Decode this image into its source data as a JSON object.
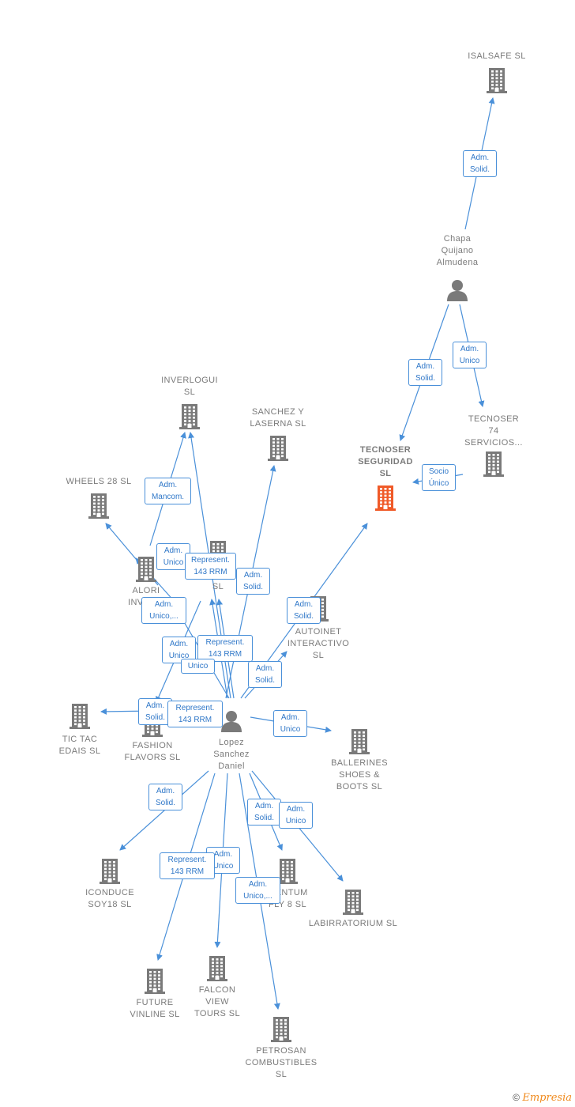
{
  "colors": {
    "building": "#7a7a7a",
    "highlight": "#f05a28",
    "link": "#4a90d9",
    "label_text": "#2f77c8",
    "node_text": "#7b7b7b"
  },
  "persons": [
    {
      "id": "chapa",
      "label": "Chapa\nQuijano\nAlmudena",
      "icon": "person-icon"
    },
    {
      "id": "lopez",
      "label": "Lopez\nSanchez\nDaniel",
      "icon": "person-icon"
    }
  ],
  "companies": [
    {
      "id": "isalsafe",
      "label": "ISALSAFE  SL"
    },
    {
      "id": "tecnoser74",
      "label": "TECNOSER\n74\nSERVICIOS..."
    },
    {
      "id": "tecnoser",
      "label": "TECNOSER\nSEGURIDAD\nSL",
      "highlight": true
    },
    {
      "id": "inverlogui",
      "label": "INVERLOGUI\nSL"
    },
    {
      "id": "sanchez",
      "label": "SANCHEZ Y\nLASERNA  SL"
    },
    {
      "id": "wheels",
      "label": "WHEELS 28  SL"
    },
    {
      "id": "alori",
      "label": "ALORI\nINVER..."
    },
    {
      "id": "empanada",
      "label": "EMPANADAEX\nSL"
    },
    {
      "id": "autoinet",
      "label": "AUTOINET\nINTERACTIVO\nSL"
    },
    {
      "id": "tictac",
      "label": "TIC TAC\nEDAIS  SL"
    },
    {
      "id": "fashion",
      "label": "FASHION\nFLAVORS  SL"
    },
    {
      "id": "ballerines",
      "label": "BALLERINES\nSHOES &\nBOOTS SL"
    },
    {
      "id": "iconduce",
      "label": "ICONDUCE\nSOY18  SL"
    },
    {
      "id": "fly8",
      "label": "...ENTUM\nFLY 8  SL"
    },
    {
      "id": "labirratorium",
      "label": "LABIRRATORIUM SL"
    },
    {
      "id": "future",
      "label": "FUTURE\nVINLINE  SL"
    },
    {
      "id": "falcon",
      "label": "FALCON\nVIEW\nTOURS  SL"
    },
    {
      "id": "petrosan",
      "label": "PETROSAN\nCOMBUSTIBLES\nSL"
    }
  ],
  "relations": [
    "Adm.\nSolid.",
    "Adm.\nSolid.",
    "Adm.\nUnico",
    "Socio\nÚnico",
    "Adm.\nMancom.",
    "Adm.\nUnico",
    "Represent.\n143 RRM",
    "Adm.\nSolid.",
    "Adm.\nUnico,...",
    "Adm.\nSolid.",
    "Adm.\nUnico",
    "Represent.\n143 RRM",
    "Unico",
    "Adm.\nSolid.",
    "Adm.\nSolid.",
    "Represent.\n143 RRM",
    "Adm.\nUnico",
    "Adm.\nSolid.",
    "Adm.\nSolid.",
    "Adm.\nUnico",
    "Adm.\nUnico",
    "Represent.\n143 RRM",
    "Adm.\nUnico,..."
  ],
  "footer": {
    "copyright": "©",
    "brand": "Empresia"
  }
}
